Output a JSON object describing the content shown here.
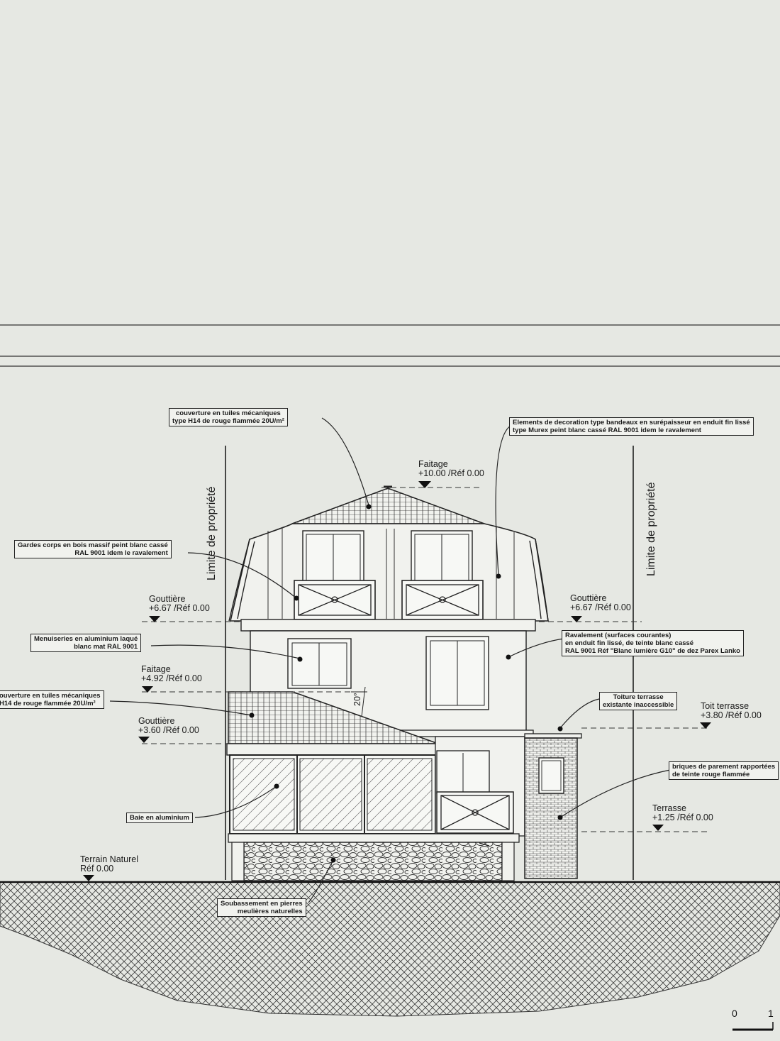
{
  "property_limit": "Limite de propriété",
  "levels": {
    "faitage_top": {
      "name": "Faitage",
      "value": "+10.00 /Réf 0.00"
    },
    "gouttiere_left": {
      "name": "Gouttière",
      "value": "+6.67 /Réf 0.00"
    },
    "gouttiere_right": {
      "name": "Gouttière",
      "value": "+6.67 /Réf 0.00"
    },
    "faitage_low": {
      "name": "Faitage",
      "value": "+4.92 /Réf 0.00"
    },
    "gouttiere_low": {
      "name": "Gouttière",
      "value": "+3.60 /Réf 0.00"
    },
    "toit_terrasse": {
      "name": "Toit terrasse",
      "value": "+3.80 /Réf 0.00"
    },
    "terrasse": {
      "name": "Terrasse",
      "value": "+1.25 /Réf 0.00"
    },
    "terrain": {
      "name": "Terrain Naturel",
      "value": "Réf 0.00"
    }
  },
  "angle": "20°",
  "notes": {
    "roof_tiles_top": [
      "couverture en tuiles mécaniques",
      "type H14 de rouge flammée 20U/m²"
    ],
    "decoration": [
      "Elements de decoration type bandeaux en surépaisseur en enduit fin lissé",
      "type Murex peint blanc cassé RAL 9001 idem le ravalement"
    ],
    "guardrail": [
      "Gardes corps en bois massif peint blanc cassé",
      "RAL 9001 idem le ravalement"
    ],
    "joinery": [
      "Menuiseries en aluminium laqué",
      "blanc mat RAL 9001"
    ],
    "facade": [
      "Ravalement (surfaces courantes)",
      "en enduit fin lissé, de teinte blanc cassé",
      "RAL 9001 Réf \"Blanc lumière G10\" de dez Parex Lanko"
    ],
    "roof_terrace": [
      "Toiture terrasse",
      "existante inaccessible"
    ],
    "roof_tiles_low": [
      "ouverture en tuiles mécaniques",
      "H14 de rouge flammée 20U/m²"
    ],
    "bricks": [
      "briques de parement rapportées",
      "de teinte rouge flammée"
    ],
    "bay": [
      "Baie en aluminium"
    ],
    "base": [
      "Soubassement en pierres",
      "meulières naturelles"
    ]
  },
  "scale": {
    "start": "0",
    "end": "1"
  },
  "colors": {
    "paper": "#e6e8e3",
    "ink": "#1f1f1f"
  }
}
